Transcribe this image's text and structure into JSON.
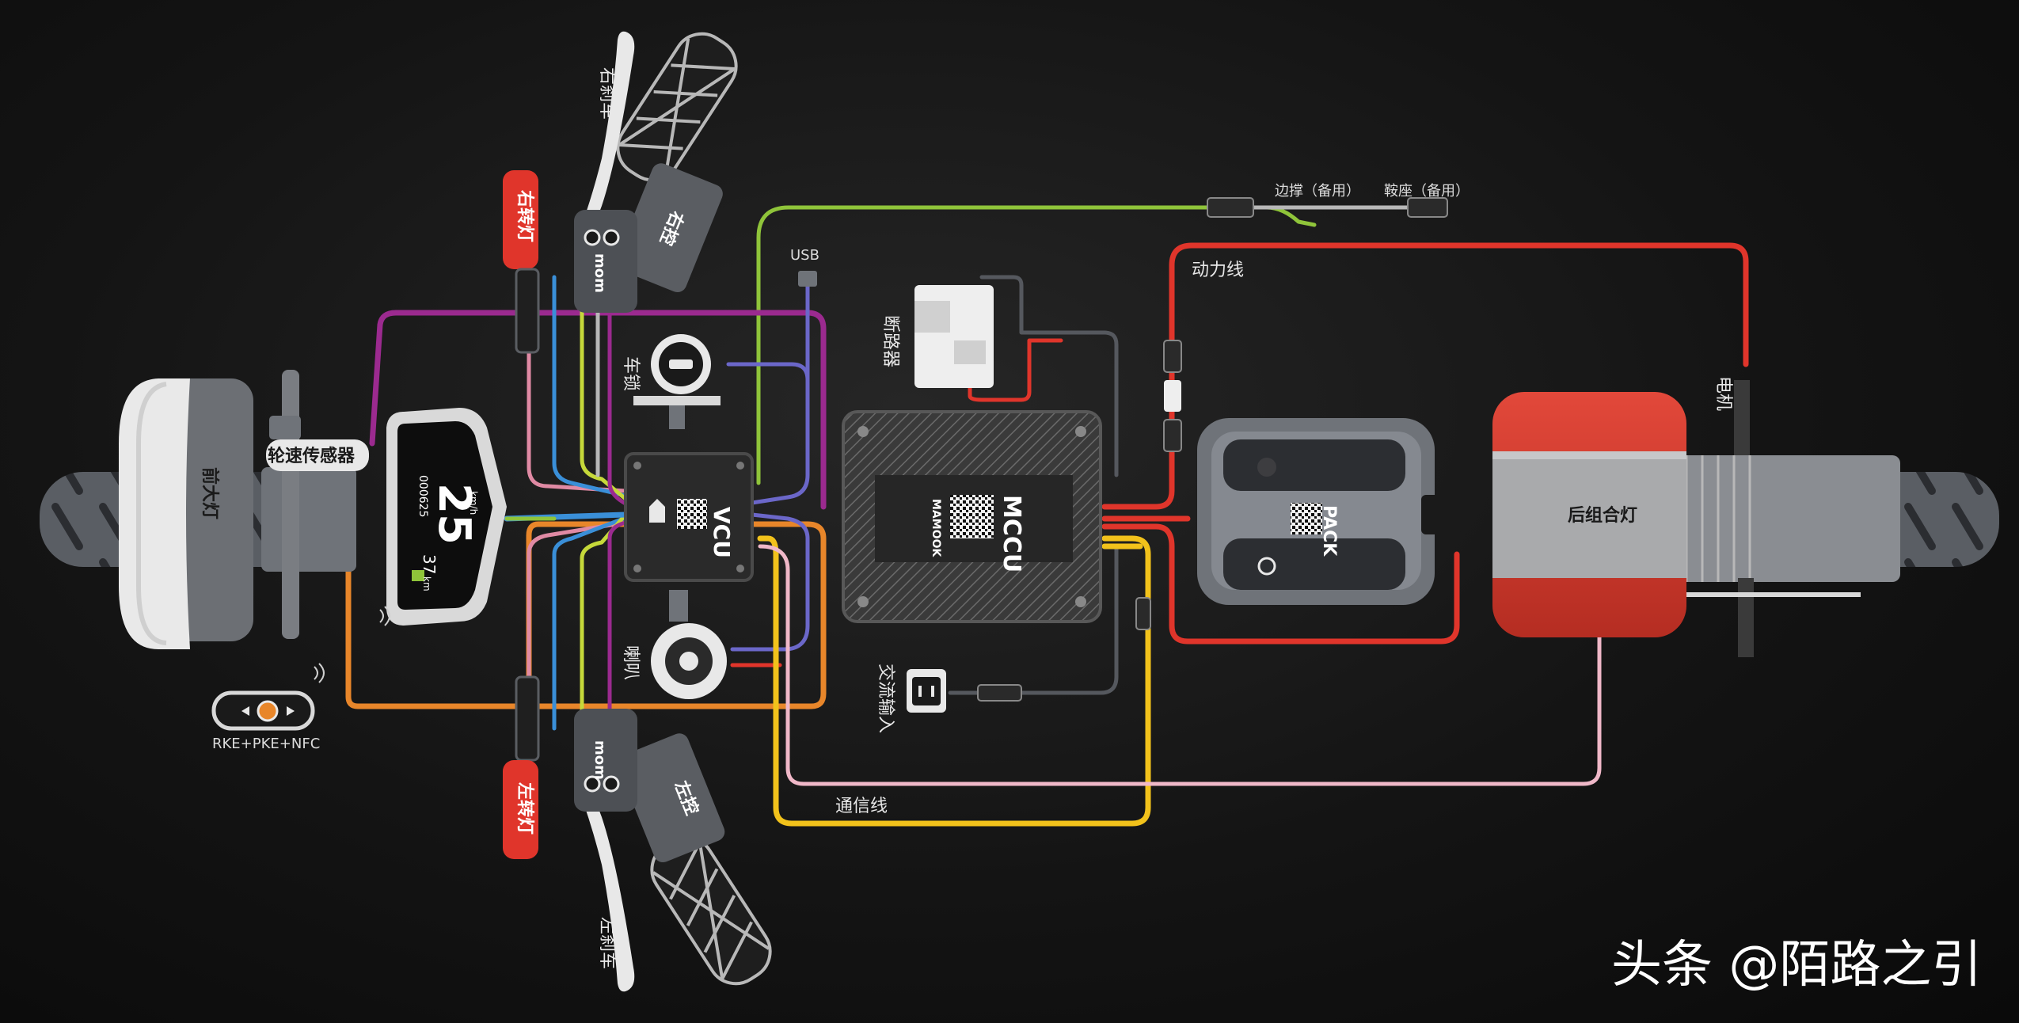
{
  "labels": {
    "right_brake": "右刹车",
    "right_turn_light": "右转灯",
    "right_control": "右控",
    "left_brake": "左刹车",
    "left_turn_light": "左转灯",
    "left_control": "左控",
    "headlight": "前大灯",
    "wheel_speed_sensor": "轮速传感器",
    "usb": "USB",
    "lock": "车锁",
    "horn": "喇叭",
    "vcu": "VCU",
    "breaker": "断路器",
    "ac_input": "交流输入",
    "mccu": "MCCU",
    "mamook": "MAMOOK",
    "pack": "PACK",
    "power_line": "动力线",
    "comm_line": "通信线",
    "kickstand": "边撑（备用）",
    "seat": "鞍座（备用）",
    "motor": "电机",
    "rear_light": "后组合灯",
    "rke": "RKE+PKE+NFC",
    "brand_text": "mom",
    "speed": "25",
    "speed_unit": "km/h",
    "odometer": "000625",
    "range_value": "37",
    "range_unit": "km"
  },
  "watermark": "头条 @陌路之引",
  "colors": {
    "power": "#e0352b",
    "comm": "#f2c21b",
    "purple": "#9b2a8f",
    "green": "#8fc43a",
    "orange": "#e8862a",
    "blue": "#3a8fd8",
    "pink": "#e08aa4",
    "violet": "#6b67c9",
    "gray": "#b8b8b8",
    "light_pink": "#f0b8c8"
  },
  "icons": [
    "handlebar-grip-icon",
    "brake-lever-icon",
    "turn-signal-icon",
    "headlight-icon",
    "tire-icon",
    "display-icon",
    "key-fob-icon",
    "horn-icon",
    "lock-icon",
    "breaker-icon",
    "ac-socket-icon",
    "battery-pack-icon",
    "motor-icon",
    "rear-light-icon",
    "qr-code-icon",
    "wifi-icon"
  ]
}
